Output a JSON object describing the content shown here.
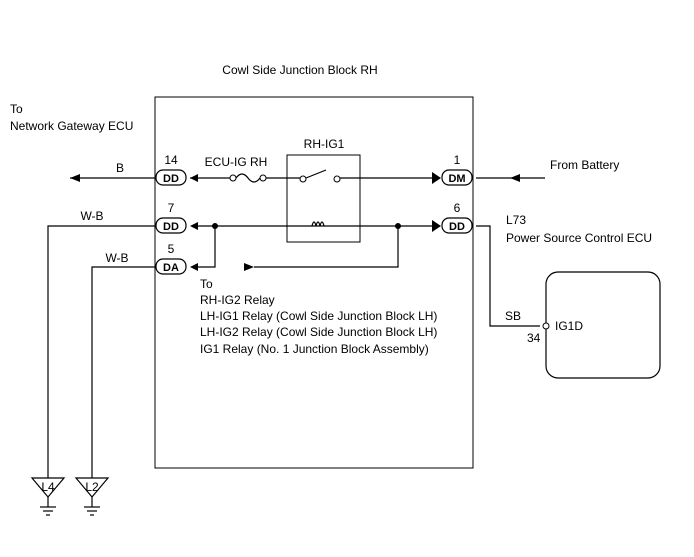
{
  "block_title": "Cowl Side Junction Block RH",
  "network_to": "To",
  "network_name": "Network Gateway ECU",
  "relay_name": "RH-IG1",
  "fuse_name": "ECU-IG RH",
  "from_battery": "From Battery",
  "connectors": {
    "c14": {
      "pin": "14",
      "code": "DD",
      "wire": "B"
    },
    "c7": {
      "pin": "7",
      "code": "DD",
      "wire": "W-B"
    },
    "c5": {
      "pin": "5",
      "code": "DA",
      "wire": "W-B"
    },
    "c1": {
      "pin": "1",
      "code": "DM"
    },
    "c6": {
      "pin": "6",
      "code": "DD"
    }
  },
  "destinations": {
    "to": "To",
    "lines": [
      "RH-IG2 Relay",
      "LH-IG1 Relay (Cowl Side Junction Block LH)",
      "LH-IG2 Relay (Cowl Side Junction Block LH)",
      "IG1 Relay (No. 1 Junction Block Assembly)"
    ]
  },
  "ecu": {
    "code": "L73",
    "name": "Power Source Control ECU",
    "pin": "34",
    "terminal": "IG1D",
    "wire": "SB"
  },
  "grounds": [
    "L4",
    "L2"
  ]
}
